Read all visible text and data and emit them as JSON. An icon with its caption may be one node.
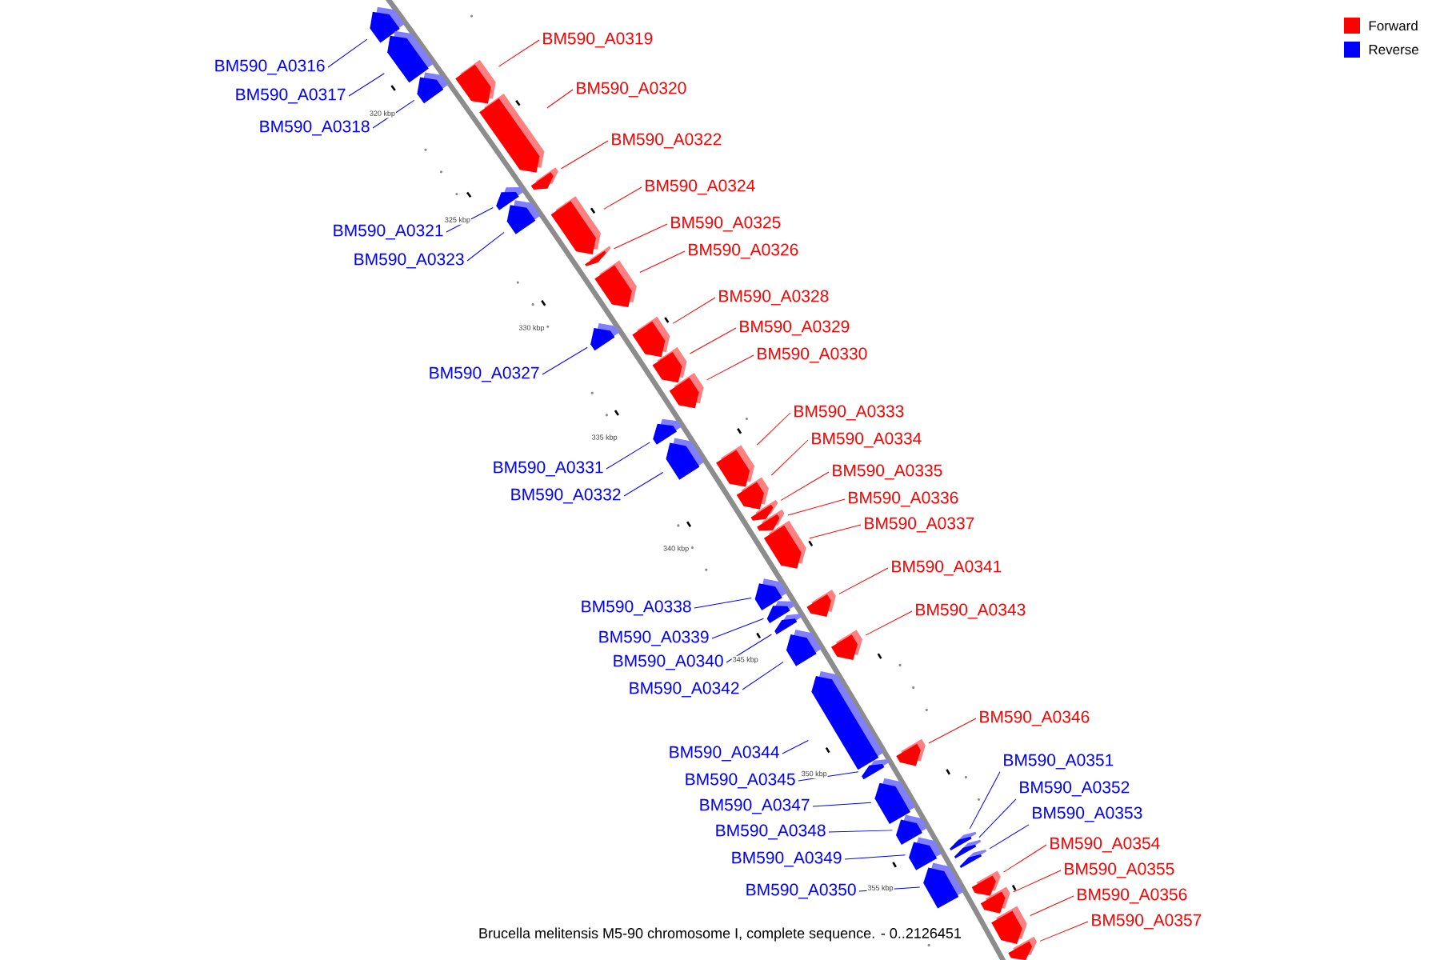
{
  "diagram": {
    "caption": "Brucella melitensis M5-90 chromosome I, complete sequence. - 0..2126451",
    "nodes": [
      {
        "text": [
          "BM590_A0316"
        ]
      },
      {
        "text": [],
        "shape": "bar"
      },
      {
        "text": [
          "BM590_A0317"
        ]
      },
      {
        "text": [],
        "shape": "bar"
      },
      {
        "text": [
          "BM590_A0318"
        ]
      },
      {
        "text": [],
        "shape": "bar"
      },
      {
        "text": [
          "BM590_A0319"
        ]
      },
      {
        "text": [],
        "shape": "bar"
      },
      {
        "text": [
          "BM590_A0320"
        ]
      },
      {
        "text": [],
        "shape": "bar"
      },
      {
        "text": [
          "BM590_A0321"
        ]
      },
      {
        "text": [],
        "shape": "bar"
      },
      {
        "text": [
          "BM590_A0322"
        ]
      },
      {
        "text": [],
        "shape": "bar"
      },
      {
        "text": [
          "BM590_A0323"
        ]
      },
      {
        "text": [],
        "shape": "bar"
      },
      {
        "text": [
          "BM590_A0324"
        ]
      },
      {
        "text": [],
        "shape": "bar"
      },
      {
        "text": [
          "BM590_A0325"
        ]
      },
      {
        "text": [],
        "shape": "bar"
      },
      {
        "text": [
          "BM590_A0326"
        ]
      },
      {
        "text": [],
        "shape": "bar"
      },
      {
        "text": [
          "BM590_A0327"
        ]
      },
      {
        "text": [],
        "shape": "bar"
      },
      {
        "text": [
          "BM590_A0328"
        ]
      },
      {
        "text": [],
        "shape": "bar"
      },
      {
        "text": [
          "BM590_A0329"
        ]
      },
      {
        "text": [],
        "shape": "bar"
      },
      {
        "text": [
          "BM590_A0330"
        ]
      },
      {
        "text": [],
        "shape": "bar"
      },
      {
        "text": [
          "BM590_A0331"
        ]
      },
      {
        "text": [],
        "shape": "bar"
      },
      {
        "text": [
          "BM590_A0332"
        ]
      },
      {
        "text": [],
        "shape": "bar"
      },
      {
        "text": [
          "BM590_A0333"
        ]
      },
      {
        "text": [],
        "shape": "bar"
      },
      {
        "text": [
          "BM590_A0334"
        ]
      },
      {
        "text": [],
        "shape": "bar"
      },
      {
        "text": [
          "BM590_A0335"
        ]
      },
      {
        "text": [],
        "shape": "bar"
      },
      {
        "text": [
          "BM590_A0336"
        ]
      },
      {
        "text": [],
        "shape": "bar"
      },
      {
        "text": [
          "BM590_A0337"
        ]
      },
      {
        "text": [],
        "shape": "bar"
      },
      {
        "text": [
          "BM590_A0338"
        ]
      },
      {
        "text": [],
        "shape": "bar"
      },
      {
        "text": [
          "BM590_A0339"
        ]
      },
      {
        "text": [],
        "shape": "bar"
      },
      {
        "text": [
          "BM590_A0340"
        ]
      },
      {
        "text": [],
        "shape": "bar"
      },
      {
        "text": [
          "BM590_A0341"
        ]
      },
      {
        "text": [],
        "shape": "bar"
      },
      {
        "text": [
          "BM590_A0342"
        ]
      },
      {
        "text": [],
        "shape": "bar"
      },
      {
        "text": [
          "BM590_A0343"
        ]
      },
      {
        "text": [],
        "shape": "bar"
      },
      {
        "text": [
          "BM590_A0344"
        ]
      },
      {
        "text": [],
        "shape": "bar"
      },
      {
        "text": [
          "BM590_A0345"
        ]
      },
      {
        "text": [],
        "shape": "bar"
      },
      {
        "text": [
          "BM590_A0346"
        ]
      },
      {
        "text": [],
        "shape": "bar"
      },
      {
        "text": [
          "BM590_A0347"
        ]
      },
      {
        "text": [],
        "shape": "bar"
      },
      {
        "text": [
          "BM590_A0348"
        ]
      },
      {
        "text": [],
        "shape": "bar"
      },
      {
        "text": [
          "BM590_A0349"
        ]
      },
      {
        "text": [],
        "shape": "bar"
      },
      {
        "text": [
          "BM590_A0350"
        ]
      },
      {
        "text": [],
        "shape": "bar"
      },
      {
        "text": [
          "BM590_A0351"
        ]
      },
      {
        "text": [],
        "shape": "bar"
      },
      {
        "text": [
          "BM590_A0352"
        ]
      },
      {
        "text": [],
        "shape": "bar"
      },
      {
        "text": [
          "BM590_A0353"
        ]
      },
      {
        "text": [],
        "shape": "bar"
      },
      {
        "text": [
          "BM590_A0354"
        ]
      },
      {
        "text": [],
        "shape": "bar"
      },
      {
        "text": [
          "BM590_A0355"
        ]
      },
      {
        "text": [],
        "shape": "bar"
      },
      {
        "text": [
          "BM590_A0356"
        ]
      },
      {
        "text": [],
        "shape": "bar"
      },
      {
        "text": [
          "BM590_A0357"
        ]
      },
      {
        "text": [],
        "shape": "bar"
      }
    ],
    "edges": [
      {
        "from": 0,
        "to": 1,
        "arrow": "none",
        "color": "#0000ff"
      },
      {
        "from": 2,
        "to": 3,
        "arrow": "none",
        "color": "#0000ff"
      },
      {
        "from": 4,
        "to": 5,
        "arrow": "none",
        "color": "#0000ff"
      },
      {
        "from": 6,
        "to": 7,
        "arrow": "none",
        "color": "#ff0000"
      },
      {
        "from": 8,
        "to": 9,
        "arrow": "none",
        "color": "#ff0000"
      },
      {
        "from": 10,
        "to": 11,
        "arrow": "none",
        "color": "#0000ff"
      },
      {
        "from": 12,
        "to": 13,
        "arrow": "none",
        "color": "#ff0000"
      },
      {
        "from": 14,
        "to": 15,
        "arrow": "none",
        "color": "#0000ff"
      },
      {
        "from": 16,
        "to": 17,
        "arrow": "none",
        "color": "#ff0000"
      },
      {
        "from": 18,
        "to": 19,
        "arrow": "none",
        "color": "#ff0000"
      },
      {
        "from": 20,
        "to": 21,
        "arrow": "none",
        "color": "#ff0000"
      },
      {
        "from": 22,
        "to": 23,
        "arrow": "none",
        "color": "#0000ff"
      },
      {
        "from": 24,
        "to": 25,
        "arrow": "none",
        "color": "#ff0000"
      },
      {
        "from": 26,
        "to": 27,
        "arrow": "none",
        "color": "#ff0000"
      },
      {
        "from": 28,
        "to": 29,
        "arrow": "none",
        "color": "#ff0000"
      },
      {
        "from": 30,
        "to": 31,
        "arrow": "none",
        "color": "#0000ff"
      },
      {
        "from": 32,
        "to": 33,
        "arrow": "none",
        "color": "#0000ff"
      },
      {
        "from": 34,
        "to": 35,
        "arrow": "none",
        "color": "#ff0000"
      },
      {
        "from": 36,
        "to": 37,
        "arrow": "none",
        "color": "#ff0000"
      },
      {
        "from": 38,
        "to": 39,
        "arrow": "none",
        "color": "#ff0000"
      },
      {
        "from": 40,
        "to": 41,
        "arrow": "none",
        "color": "#ff0000"
      },
      {
        "from": 42,
        "to": 43,
        "arrow": "none",
        "color": "#ff0000"
      },
      {
        "from": 44,
        "to": 45,
        "arrow": "none",
        "color": "#0000ff"
      },
      {
        "from": 46,
        "to": 47,
        "arrow": "none",
        "color": "#0000ff"
      },
      {
        "from": 48,
        "to": 49,
        "arrow": "none",
        "color": "#0000ff"
      },
      {
        "from": 50,
        "to": 51,
        "arrow": "none",
        "color": "#ff0000"
      },
      {
        "from": 52,
        "to": 53,
        "arrow": "none",
        "color": "#0000ff"
      },
      {
        "from": 54,
        "to": 55,
        "arrow": "none",
        "color": "#ff0000"
      },
      {
        "from": 56,
        "to": 57,
        "arrow": "none",
        "color": "#0000ff"
      },
      {
        "from": 58,
        "to": 59,
        "arrow": "none",
        "color": "#0000ff"
      },
      {
        "from": 60,
        "to": 61,
        "arrow": "none",
        "color": "#ff0000"
      },
      {
        "from": 62,
        "to": 63,
        "arrow": "none",
        "color": "#0000ff"
      },
      {
        "from": 64,
        "to": 65,
        "arrow": "none",
        "color": "#0000ff"
      },
      {
        "from": 66,
        "to": 67,
        "arrow": "none",
        "color": "#0000ff"
      },
      {
        "from": 68,
        "to": 69,
        "arrow": "none",
        "color": "#0000ff"
      },
      {
        "from": 70,
        "to": 71,
        "arrow": "none",
        "color": "#0000ff"
      },
      {
        "from": 72,
        "to": 73,
        "arrow": "none",
        "color": "#0000ff"
      },
      {
        "from": 74,
        "to": 75,
        "arrow": "none",
        "color": "#0000ff"
      },
      {
        "from": 76,
        "to": 77,
        "arrow": "none",
        "color": "#ff0000"
      },
      {
        "from": 78,
        "to": 79,
        "arrow": "none",
        "color": "#ff0000"
      },
      {
        "from": 80,
        "to": 81,
        "arrow": "none",
        "color": "#ff0000"
      },
      {
        "from": 82,
        "to": 83,
        "arrow": "none",
        "color": "#ff0000"
      }
    ],
    "labels": [
      "320 kbp",
      "325 kbp",
      "330 kbp",
      "335 kbp",
      "340 kbp",
      "345 kbp",
      "350 kbp",
      "355 kbp"
    ],
    "legend": [
      {
        "text": "Forward",
        "color": "#ff0000"
      },
      {
        "text": "Reverse",
        "color": "#0000ff"
      }
    ]
  }
}
